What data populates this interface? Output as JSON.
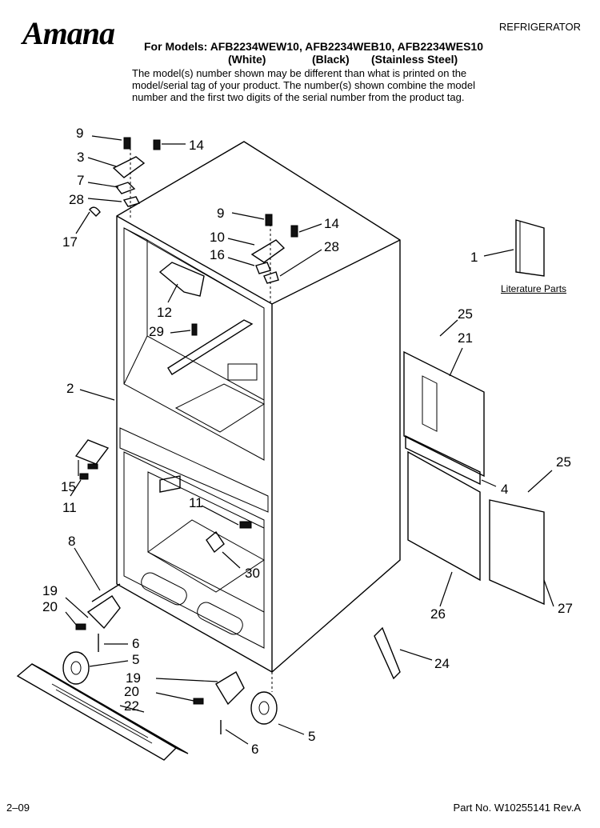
{
  "header": {
    "brand": "Amana",
    "category": "REFRIGERATOR",
    "models_line": "For Models: AFB2234WEW10, AFB2234WEB10, AFB2234WES10",
    "variants": [
      "(White)",
      "(Black)",
      "(Stainless Steel)"
    ],
    "note": "The model(s) number shown may be different than what is printed on the model/serial tag of your product. The number(s) shown combine the model number and the first two digits of the serial number from the product tag."
  },
  "literature_label": "Literature Parts",
  "callouts": [
    {
      "id": "c9a",
      "text": "9"
    },
    {
      "id": "c14a",
      "text": "14"
    },
    {
      "id": "c3",
      "text": "3"
    },
    {
      "id": "c7",
      "text": "7"
    },
    {
      "id": "c28a",
      "text": "28"
    },
    {
      "id": "c17",
      "text": "17"
    },
    {
      "id": "c9b",
      "text": "9"
    },
    {
      "id": "c14b",
      "text": "14"
    },
    {
      "id": "c10",
      "text": "10"
    },
    {
      "id": "c16",
      "text": "16"
    },
    {
      "id": "c28b",
      "text": "28"
    },
    {
      "id": "c1",
      "text": "1"
    },
    {
      "id": "c12",
      "text": "12"
    },
    {
      "id": "c29",
      "text": "29"
    },
    {
      "id": "c25a",
      "text": "25"
    },
    {
      "id": "c21",
      "text": "21"
    },
    {
      "id": "c2",
      "text": "2"
    },
    {
      "id": "c15",
      "text": "15"
    },
    {
      "id": "c11a",
      "text": "11"
    },
    {
      "id": "c25b",
      "text": "25"
    },
    {
      "id": "c4",
      "text": "4"
    },
    {
      "id": "c11b",
      "text": "11"
    },
    {
      "id": "c8",
      "text": "8"
    },
    {
      "id": "c30",
      "text": "30"
    },
    {
      "id": "c19a",
      "text": "19"
    },
    {
      "id": "c20a",
      "text": "20"
    },
    {
      "id": "c26",
      "text": "26"
    },
    {
      "id": "c27",
      "text": "27"
    },
    {
      "id": "c6a",
      "text": "6"
    },
    {
      "id": "c5a",
      "text": "5"
    },
    {
      "id": "c24",
      "text": "24"
    },
    {
      "id": "c19b",
      "text": "19"
    },
    {
      "id": "c20b",
      "text": "20"
    },
    {
      "id": "c22",
      "text": "22"
    },
    {
      "id": "c5b",
      "text": "5"
    },
    {
      "id": "c6b",
      "text": "6"
    }
  ],
  "footer": {
    "date": "2–09",
    "part_no": "Part No. W10255141 Rev.A"
  }
}
